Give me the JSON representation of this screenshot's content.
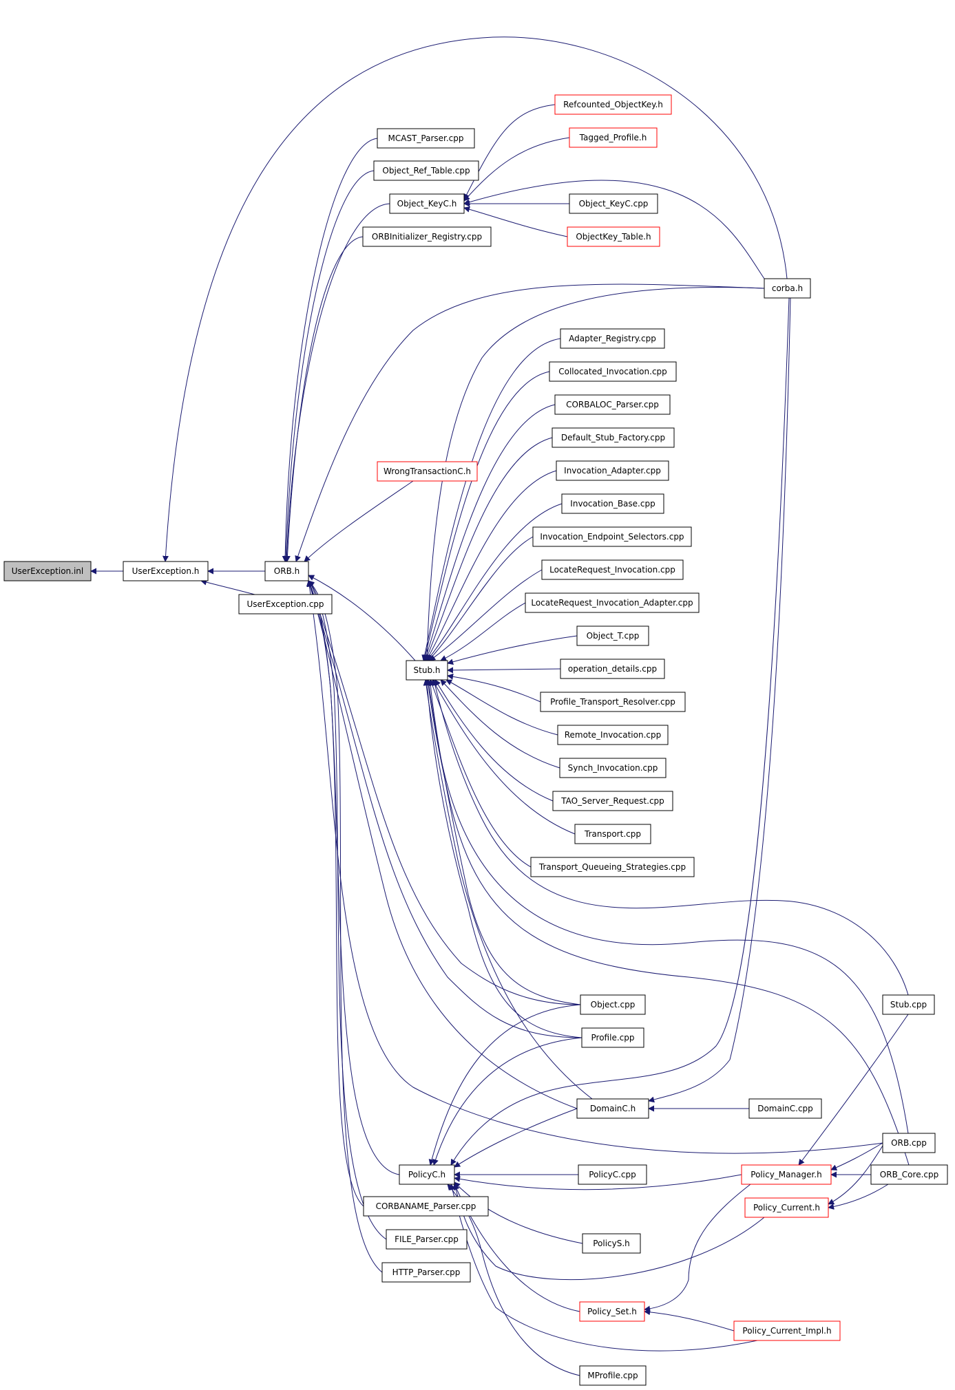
{
  "diagram": {
    "colors": {
      "edge": "#191970",
      "root_fill": "#bfbfbf",
      "node_border": "#000000",
      "incomplete_border": "#ff0000",
      "background": "#ffffff"
    },
    "nodes": [
      {
        "id": "userexception_inl",
        "label": "UserException.inl",
        "kind": "root"
      },
      {
        "id": "userexception_h",
        "label": "UserException.h",
        "kind": "normal"
      },
      {
        "id": "orb_h",
        "label": "ORB.h",
        "kind": "normal"
      },
      {
        "id": "userexception_cpp",
        "label": "UserException.cpp",
        "kind": "normal"
      },
      {
        "id": "mcast_parser_cpp",
        "label": "MCAST_Parser.cpp",
        "kind": "normal"
      },
      {
        "id": "object_ref_table_cpp",
        "label": "Object_Ref_Table.cpp",
        "kind": "normal"
      },
      {
        "id": "object_keyc_h",
        "label": "Object_KeyC.h",
        "kind": "normal"
      },
      {
        "id": "orbinitializer_registry_cpp",
        "label": "ORBInitializer_Registry.cpp",
        "kind": "normal"
      },
      {
        "id": "refcounted_objectkey_h",
        "label": "Refcounted_ObjectKey.h",
        "kind": "incomplete"
      },
      {
        "id": "tagged_profile_h",
        "label": "Tagged_Profile.h",
        "kind": "incomplete"
      },
      {
        "id": "object_keyc_cpp",
        "label": "Object_KeyC.cpp",
        "kind": "normal"
      },
      {
        "id": "objectkey_table_h",
        "label": "ObjectKey_Table.h",
        "kind": "incomplete"
      },
      {
        "id": "corba_h",
        "label": "corba.h",
        "kind": "normal"
      },
      {
        "id": "wrongtransactionc_h",
        "label": "WrongTransactionC.h",
        "kind": "incomplete"
      },
      {
        "id": "stub_h",
        "label": "Stub.h",
        "kind": "normal"
      },
      {
        "id": "adapter_registry_cpp",
        "label": "Adapter_Registry.cpp",
        "kind": "normal"
      },
      {
        "id": "collocated_invocation_cpp",
        "label": "Collocated_Invocation.cpp",
        "kind": "normal"
      },
      {
        "id": "corbaloc_parser_cpp",
        "label": "CORBALOC_Parser.cpp",
        "kind": "normal"
      },
      {
        "id": "default_stub_factory_cpp",
        "label": "Default_Stub_Factory.cpp",
        "kind": "normal"
      },
      {
        "id": "invocation_adapter_cpp",
        "label": "Invocation_Adapter.cpp",
        "kind": "normal"
      },
      {
        "id": "invocation_base_cpp",
        "label": "Invocation_Base.cpp",
        "kind": "normal"
      },
      {
        "id": "invocation_endpoint_selectors_cpp",
        "label": "Invocation_Endpoint_Selectors.cpp",
        "kind": "normal"
      },
      {
        "id": "locaterequest_invocation_cpp",
        "label": "LocateRequest_Invocation.cpp",
        "kind": "normal"
      },
      {
        "id": "locaterequest_invocation_adapter_cpp",
        "label": "LocateRequest_Invocation_Adapter.cpp",
        "kind": "normal"
      },
      {
        "id": "object_t_cpp",
        "label": "Object_T.cpp",
        "kind": "normal"
      },
      {
        "id": "operation_details_cpp",
        "label": "operation_details.cpp",
        "kind": "normal"
      },
      {
        "id": "profile_transport_resolver_cpp",
        "label": "Profile_Transport_Resolver.cpp",
        "kind": "normal"
      },
      {
        "id": "remote_invocation_cpp",
        "label": "Remote_Invocation.cpp",
        "kind": "normal"
      },
      {
        "id": "synch_invocation_cpp",
        "label": "Synch_Invocation.cpp",
        "kind": "normal"
      },
      {
        "id": "tao_server_request_cpp",
        "label": "TAO_Server_Request.cpp",
        "kind": "normal"
      },
      {
        "id": "transport_cpp",
        "label": "Transport.cpp",
        "kind": "normal"
      },
      {
        "id": "transport_queueing_strategies_cpp",
        "label": "Transport_Queueing_Strategies.cpp",
        "kind": "normal"
      },
      {
        "id": "object_cpp",
        "label": "Object.cpp",
        "kind": "normal"
      },
      {
        "id": "profile_cpp",
        "label": "Profile.cpp",
        "kind": "normal"
      },
      {
        "id": "stub_cpp",
        "label": "Stub.cpp",
        "kind": "normal"
      },
      {
        "id": "domainc_h",
        "label": "DomainC.h",
        "kind": "normal"
      },
      {
        "id": "domainc_cpp",
        "label": "DomainC.cpp",
        "kind": "normal"
      },
      {
        "id": "orb_cpp",
        "label": "ORB.cpp",
        "kind": "normal"
      },
      {
        "id": "policyc_h",
        "label": "PolicyC.h",
        "kind": "normal"
      },
      {
        "id": "policyc_cpp",
        "label": "PolicyC.cpp",
        "kind": "normal"
      },
      {
        "id": "policy_manager_h",
        "label": "Policy_Manager.h",
        "kind": "incomplete"
      },
      {
        "id": "orb_core_cpp",
        "label": "ORB_Core.cpp",
        "kind": "normal"
      },
      {
        "id": "corbaname_parser_cpp",
        "label": "CORBANAME_Parser.cpp",
        "kind": "normal"
      },
      {
        "id": "policy_current_h",
        "label": "Policy_Current.h",
        "kind": "incomplete"
      },
      {
        "id": "file_parser_cpp",
        "label": "FILE_Parser.cpp",
        "kind": "normal"
      },
      {
        "id": "policys_h",
        "label": "PolicyS.h",
        "kind": "normal"
      },
      {
        "id": "http_parser_cpp",
        "label": "HTTP_Parser.cpp",
        "kind": "normal"
      },
      {
        "id": "policy_set_h",
        "label": "Policy_Set.h",
        "kind": "incomplete"
      },
      {
        "id": "policy_current_impl_h",
        "label": "Policy_Current_Impl.h",
        "kind": "incomplete"
      },
      {
        "id": "mprofile_cpp",
        "label": "MProfile.cpp",
        "kind": "normal"
      }
    ]
  }
}
